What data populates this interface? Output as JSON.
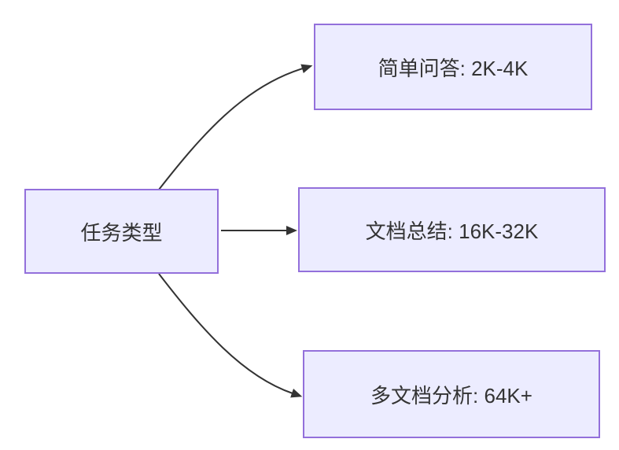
{
  "diagram": {
    "type": "flowchart-left-to-right",
    "root": {
      "id": "task-type",
      "label": "任务类型"
    },
    "branches": [
      {
        "id": "simple-qa",
        "label": "简单问答: 2K-4K"
      },
      {
        "id": "doc-summary",
        "label": "文档总结: 16K-32K"
      },
      {
        "id": "multi-doc",
        "label": "多文档分析: 64K+"
      }
    ],
    "edges": [
      {
        "from": "task-type",
        "to": "simple-qa",
        "style": "arrow"
      },
      {
        "from": "task-type",
        "to": "doc-summary",
        "style": "arrow"
      },
      {
        "from": "task-type",
        "to": "multi-doc",
        "style": "arrow"
      }
    ],
    "colors": {
      "node_fill": "#ECECFF",
      "node_border": "#9370DB",
      "edge_color": "#333333",
      "text_color": "#333333",
      "bg_color": "#FFFFFF"
    }
  }
}
